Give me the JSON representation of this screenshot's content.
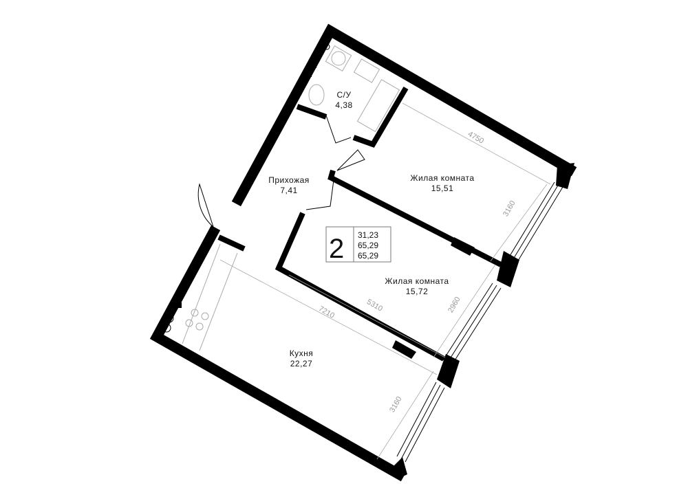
{
  "rooms": [
    {
      "name": "С/У",
      "area": "4,38"
    },
    {
      "name": "Прихожая",
      "area": "7,41"
    },
    {
      "name": "Жилая комната",
      "area": "15,51"
    },
    {
      "name": "Жилая комната",
      "area": "15,72"
    },
    {
      "name": "Кухня",
      "area": "22,27"
    }
  ],
  "dimensions": [
    "4750",
    "3160",
    "5310",
    "2960",
    "7210",
    "3160"
  ],
  "summary": {
    "rooms_count": "2",
    "living_area": "31,23",
    "total_area": "65,29",
    "total_area_2": "65,29"
  },
  "colors": {
    "wall": "#000000",
    "dimension": "#999999",
    "fixture": "#aaaaaa"
  }
}
